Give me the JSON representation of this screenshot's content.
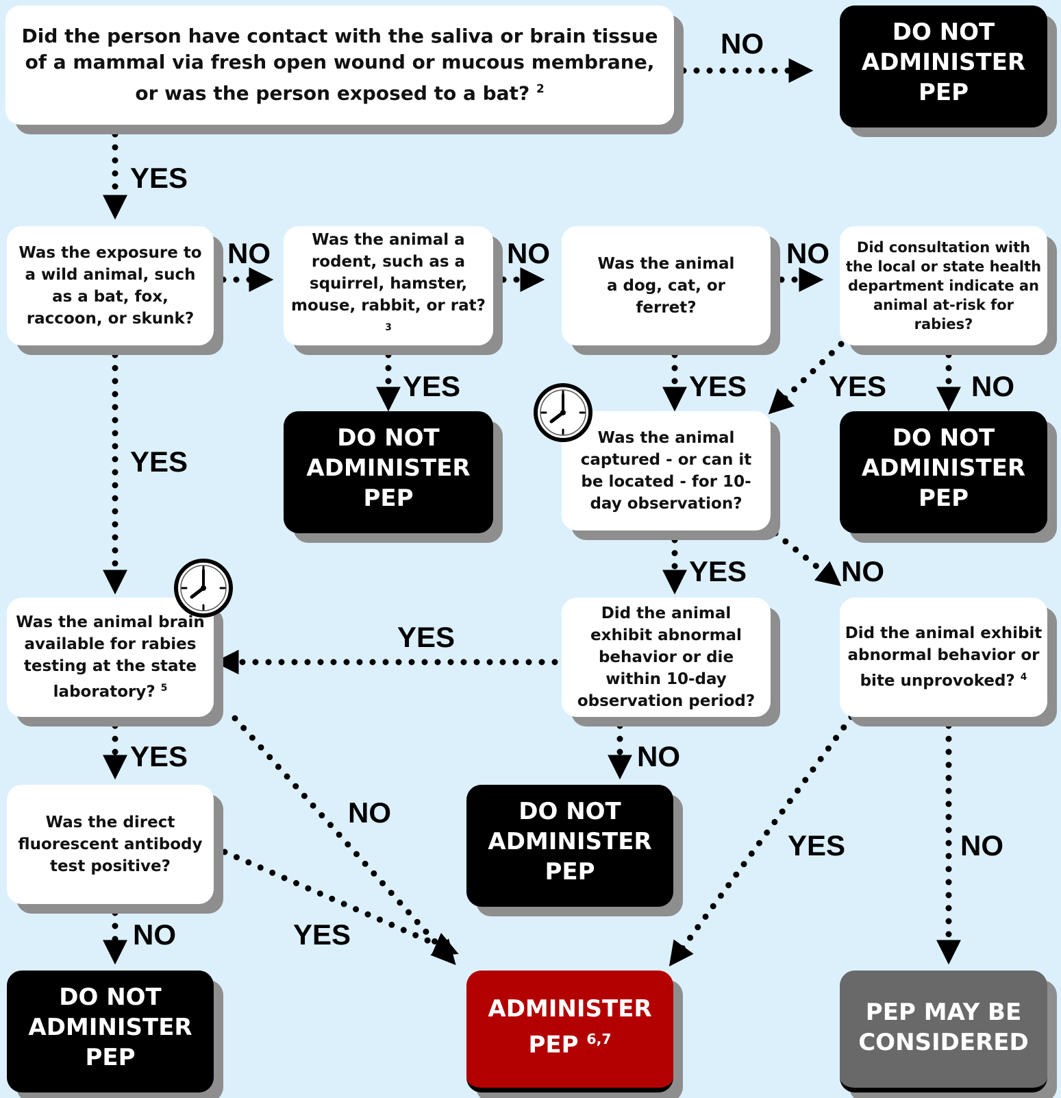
{
  "questions": {
    "contact": {
      "text": "Did the person have contact with the saliva or brain tissue of a mammal via fresh open wound or mucous membrane, or was the person exposed to a bat?",
      "ref": "2"
    },
    "wild": {
      "text": "Was the exposure to a wild animal, such as a bat, fox, raccoon, or skunk?"
    },
    "rodent": {
      "text": "Was the animal a rodent, such as a squirrel, hamster, mouse, rabbit, or rat?",
      "ref": "3"
    },
    "dog": {
      "text": "Was the animal a dog, cat, or ferret?"
    },
    "consult": {
      "text": "Did consultation with the local or state health department indicate an animal at-risk for rabies?"
    },
    "captured": {
      "text": "Was the animal captured - or can it be located - for 10-day observation?"
    },
    "brain": {
      "text": "Was the animal brain available for rabies testing at the state laboratory?",
      "ref": "5"
    },
    "observe": {
      "text": "Did the animal exhibit abnormal behavior or die within 10-day observation period?"
    },
    "unprovoked": {
      "text": "Did the animal exhibit abnormal behavior or bite unprovoked?",
      "ref": "4"
    },
    "dfa": {
      "text": "Was the direct fluorescent antibody test positive?"
    }
  },
  "results": {
    "do_not": "DO NOT\nADMINISTER\nPEP",
    "administer": "ADMINISTER\nPEP",
    "administer_ref": "6,7",
    "consider": "PEP MAY BE\nCONSIDERED"
  },
  "labels": {
    "yes": "YES",
    "no": "NO"
  },
  "colors": {
    "background": "#dcf0fc",
    "question": "#ffffff",
    "do_not": "#000000",
    "administer": "#b30000",
    "consider": "#696969"
  },
  "icons": [
    "clock-icon"
  ]
}
